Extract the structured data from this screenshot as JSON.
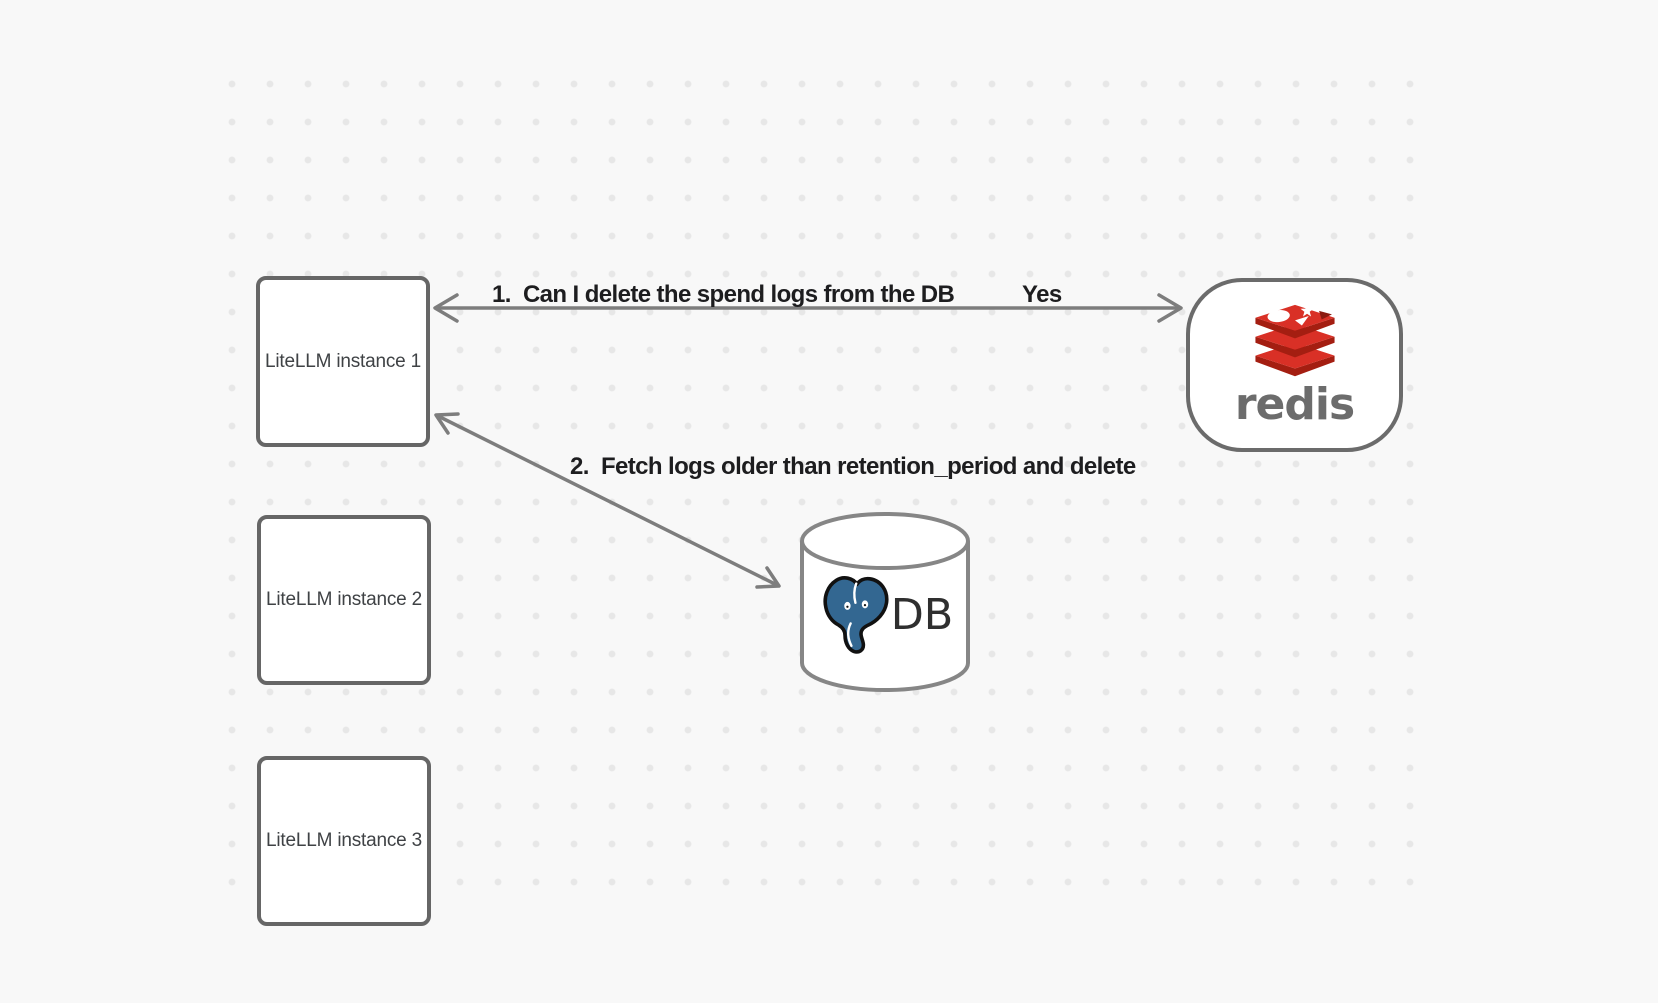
{
  "app": {
    "background": "#f8f8f8",
    "dot_color": "#e7e7e7",
    "shape_stroke_color": "#666666",
    "arrow_color": "#7d7d7d"
  },
  "nodes": {
    "instance1": {
      "label": "LiteLLM instance 1"
    },
    "instance2": {
      "label": "LiteLLM instance 2"
    },
    "instance3": {
      "label": "LiteLLM instance 3"
    },
    "redis": {
      "wordmark": "redis",
      "logo": "redis-logo",
      "logo_red": "#d93026",
      "logo_dark_red": "#a41e11",
      "wordmark_color": "#6c6c6c"
    },
    "db": {
      "label": "DB",
      "logo": "postgresql-elephant-logo",
      "logo_blue": "#336791",
      "shape": "database-cylinder"
    }
  },
  "edges": {
    "edge1": {
      "label": "1.  Can I delete the spend logs from the DB",
      "response": "Yes",
      "from": "LiteLLM instance 1",
      "to": "redis",
      "style": "double-headed-arrow"
    },
    "edge2": {
      "label": "2.  Fetch logs older than retention_period and delete",
      "from": "LiteLLM instance 1",
      "to": "DB",
      "style": "double-headed-arrow"
    }
  }
}
